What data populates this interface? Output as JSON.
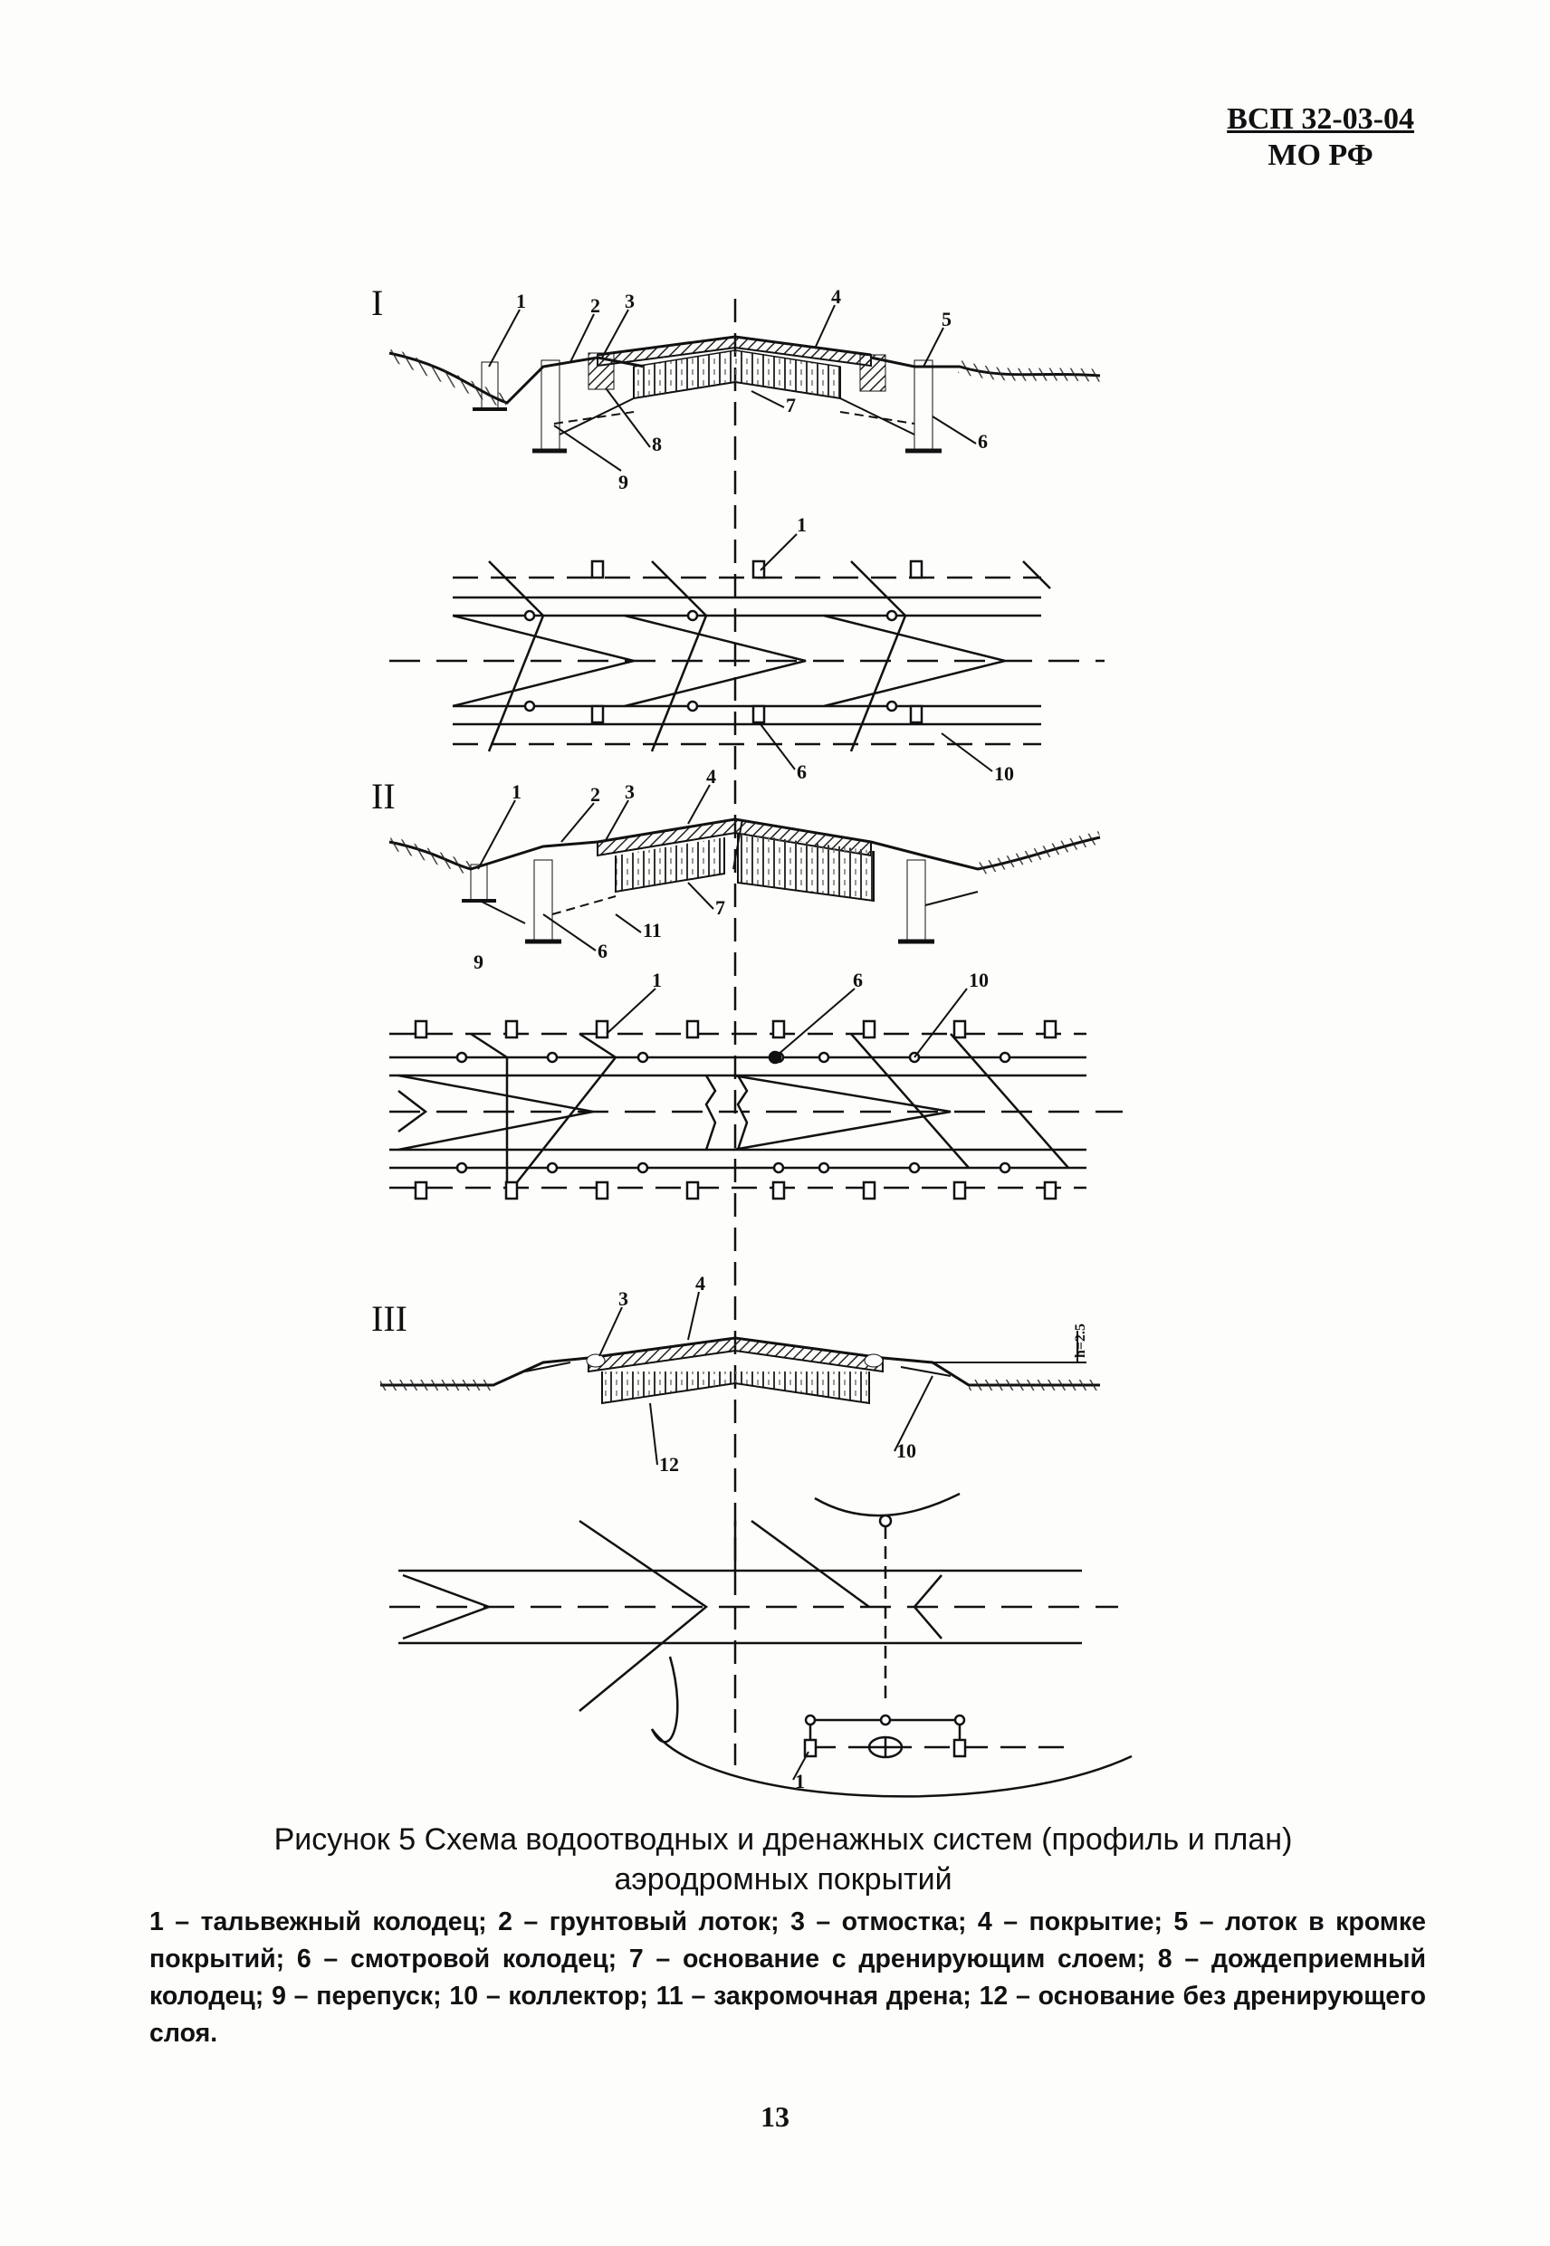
{
  "header": {
    "code": "ВСП 32-03-04",
    "org": "МО РФ"
  },
  "figure": {
    "section_labels": [
      "I",
      "II",
      "III"
    ],
    "callouts": {
      "s1_profile": [
        "1",
        "2",
        "3",
        "4",
        "5",
        "6",
        "7",
        "8",
        "9"
      ],
      "s1_plan": [
        "1",
        "6",
        "10"
      ],
      "s2_profile": [
        "1",
        "2",
        "3",
        "4",
        "6",
        "7",
        "9",
        "11"
      ],
      "s2_plan": [
        "1",
        "6",
        "10"
      ],
      "s3_profile": [
        "3",
        "4",
        "12",
        "10"
      ],
      "s3_plan": [
        "1"
      ]
    },
    "dim_note": "h=2.5",
    "caption_line1": "Рисунок 5 Схема водоотводных и дренажных систем (профиль и план)",
    "caption_line2": "аэродромных покрытий",
    "legend": "1 – тальвежный колодец; 2 – грунтовый лоток; 3 – отмостка; 4 – покрытие; 5 – лоток в кромке покрытий; 6 – смотровой колодец; 7 – основание с дренирующим слоем; 8 – дождеприемный колодец; 9 – перепуск; 10 – коллектор; 11 – закромочная дрена; 12 – основание без дренирующего слоя."
  },
  "page_number": "13"
}
